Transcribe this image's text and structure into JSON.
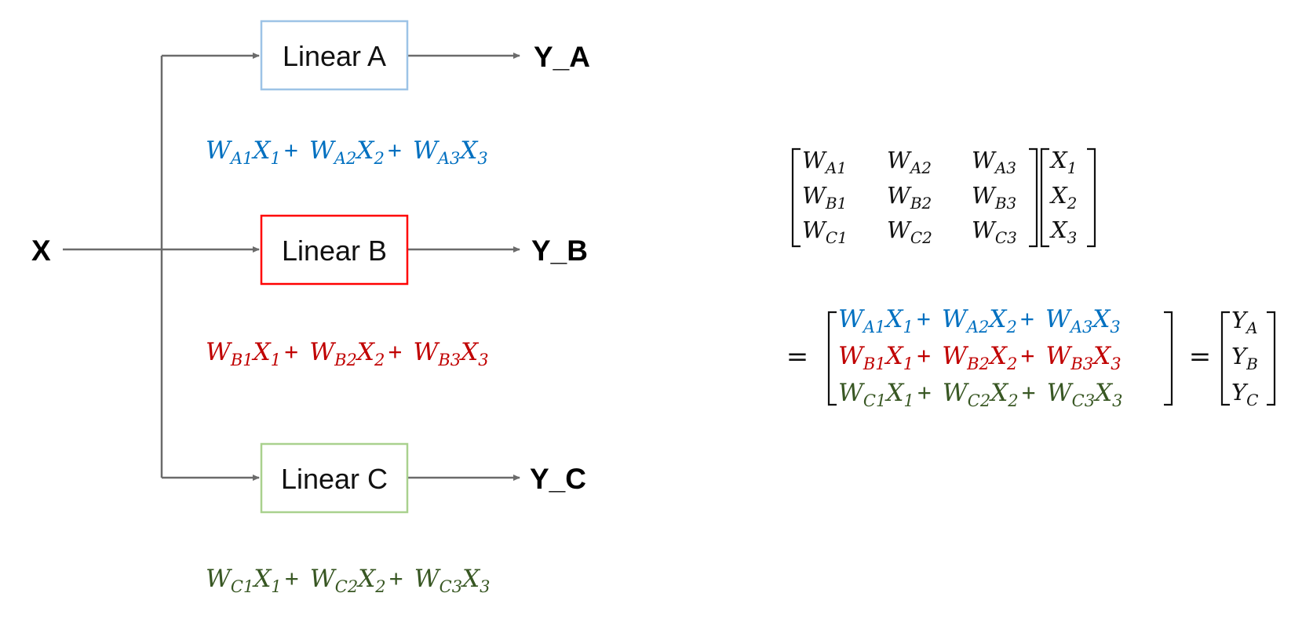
{
  "colors": {
    "linear_a": "#0070c0",
    "linear_b": "#c00000",
    "linear_c": "#385723",
    "box_a_border": "#9dc3e6",
    "box_b_border": "#ff0000",
    "box_c_border": "#a9d18e",
    "arrow": "#6b6b6b"
  },
  "input": {
    "label": "X"
  },
  "boxes": [
    {
      "label": "Linear A",
      "output": "Y_A"
    },
    {
      "label": "Linear B",
      "output": "Y_B"
    },
    {
      "label": "Linear C",
      "output": "Y_C"
    }
  ],
  "equations": [
    {
      "terms": [
        {
          "w": "W",
          "wsub": "A1",
          "x": "X",
          "xsub": "1"
        },
        {
          "w": "W",
          "wsub": "A2",
          "x": "X",
          "xsub": "2"
        },
        {
          "w": "W",
          "wsub": "A3",
          "x": "X",
          "xsub": "3"
        }
      ]
    },
    {
      "terms": [
        {
          "w": "W",
          "wsub": "B1",
          "x": "X",
          "xsub": "1"
        },
        {
          "w": "W",
          "wsub": "B2",
          "x": "X",
          "xsub": "2"
        },
        {
          "w": "W",
          "wsub": "B3",
          "x": "X",
          "xsub": "3"
        }
      ]
    },
    {
      "terms": [
        {
          "w": "W",
          "wsub": "C1",
          "x": "X",
          "xsub": "1"
        },
        {
          "w": "W",
          "wsub": "C2",
          "x": "X",
          "xsub": "2"
        },
        {
          "w": "W",
          "wsub": "C3",
          "x": "X",
          "xsub": "3"
        }
      ]
    }
  ],
  "plus": "+",
  "equals": "=",
  "weight_matrix": [
    [
      {
        "v": "W",
        "sub": "A1"
      },
      {
        "v": "W",
        "sub": "A2"
      },
      {
        "v": "W",
        "sub": "A3"
      }
    ],
    [
      {
        "v": "W",
        "sub": "B1"
      },
      {
        "v": "W",
        "sub": "B2"
      },
      {
        "v": "W",
        "sub": "B3"
      }
    ],
    [
      {
        "v": "W",
        "sub": "C1"
      },
      {
        "v": "W",
        "sub": "C2"
      },
      {
        "v": "W",
        "sub": "C3"
      }
    ]
  ],
  "input_vector": [
    {
      "v": "X",
      "sub": "1"
    },
    {
      "v": "X",
      "sub": "2"
    },
    {
      "v": "X",
      "sub": "3"
    }
  ],
  "output_vector": [
    {
      "v": "Y",
      "sub": "A"
    },
    {
      "v": "Y",
      "sub": "B"
    },
    {
      "v": "Y",
      "sub": "C"
    }
  ]
}
